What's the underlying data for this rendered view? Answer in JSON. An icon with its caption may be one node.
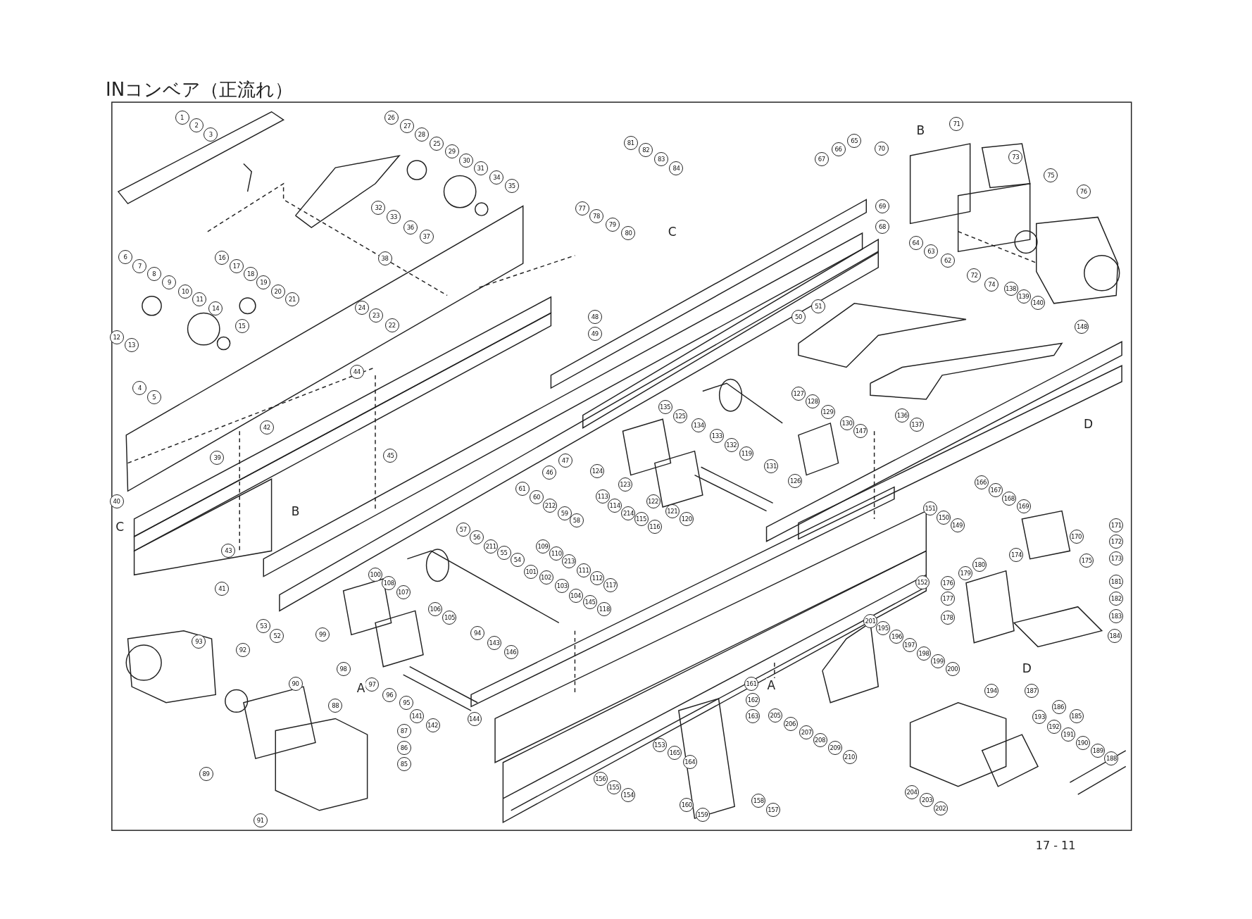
{
  "diagram": {
    "title": "INコンベア（正流れ）",
    "labels": [
      "1",
      "2",
      "3",
      "26",
      "27",
      "28",
      "25",
      "29",
      "30",
      "31",
      "34",
      "35",
      "32",
      "33",
      "36",
      "37",
      "81",
      "82",
      "83",
      "84",
      "77",
      "78",
      "79",
      "80",
      "C",
      "67",
      "66",
      "65",
      "70",
      "B",
      "71",
      "73",
      "75",
      "76",
      "69",
      "68",
      "64",
      "63",
      "62",
      "72",
      "74",
      "138",
      "139",
      "140",
      "148",
      "6",
      "7",
      "8",
      "9",
      "10",
      "11",
      "12",
      "13",
      "14",
      "15",
      "16",
      "17",
      "18",
      "19",
      "20",
      "21",
      "24",
      "23",
      "22",
      "38",
      "4",
      "5",
      "44",
      "48",
      "49",
      "50",
      "51",
      "42",
      "39",
      "45",
      "47",
      "46",
      "40",
      "C",
      "B",
      "43",
      "41",
      "53",
      "52",
      "135",
      "125",
      "134",
      "133",
      "132",
      "127",
      "128",
      "129",
      "130",
      "147",
      "136",
      "137",
      "D",
      "131",
      "126",
      "119",
      "124",
      "123",
      "122",
      "121",
      "120",
      "61",
      "60",
      "212",
      "59",
      "58",
      "113",
      "114",
      "214",
      "115",
      "116",
      "57",
      "56",
      "211",
      "55",
      "54",
      "109",
      "110",
      "213",
      "111",
      "112",
      "117",
      "118",
      "108",
      "100",
      "107",
      "101",
      "102",
      "103",
      "104",
      "145",
      "106",
      "105",
      "99",
      "98",
      "97",
      "96",
      "95",
      "94",
      "143",
      "146",
      "93",
      "92",
      "90",
      "88",
      "A",
      "87",
      "86",
      "85",
      "89",
      "91",
      "141",
      "142",
      "144",
      "166",
      "167",
      "168",
      "169",
      "170",
      "171",
      "172",
      "173",
      "151",
      "150",
      "149",
      "174",
      "175",
      "180",
      "179",
      "176",
      "177",
      "178",
      "181",
      "182",
      "183",
      "184",
      "152",
      "201",
      "195",
      "196",
      "197",
      "198",
      "199",
      "200",
      "D",
      "187",
      "186",
      "185",
      "194",
      "193",
      "192",
      "191",
      "190",
      "189",
      "188",
      "161",
      "162",
      "163",
      "A",
      "205",
      "206",
      "207",
      "208",
      "209",
      "210",
      "153",
      "165",
      "164",
      "156",
      "155",
      "154",
      "160",
      "159",
      "158",
      "157",
      "204",
      "203",
      "202",
      "17 - 11"
    ]
  }
}
